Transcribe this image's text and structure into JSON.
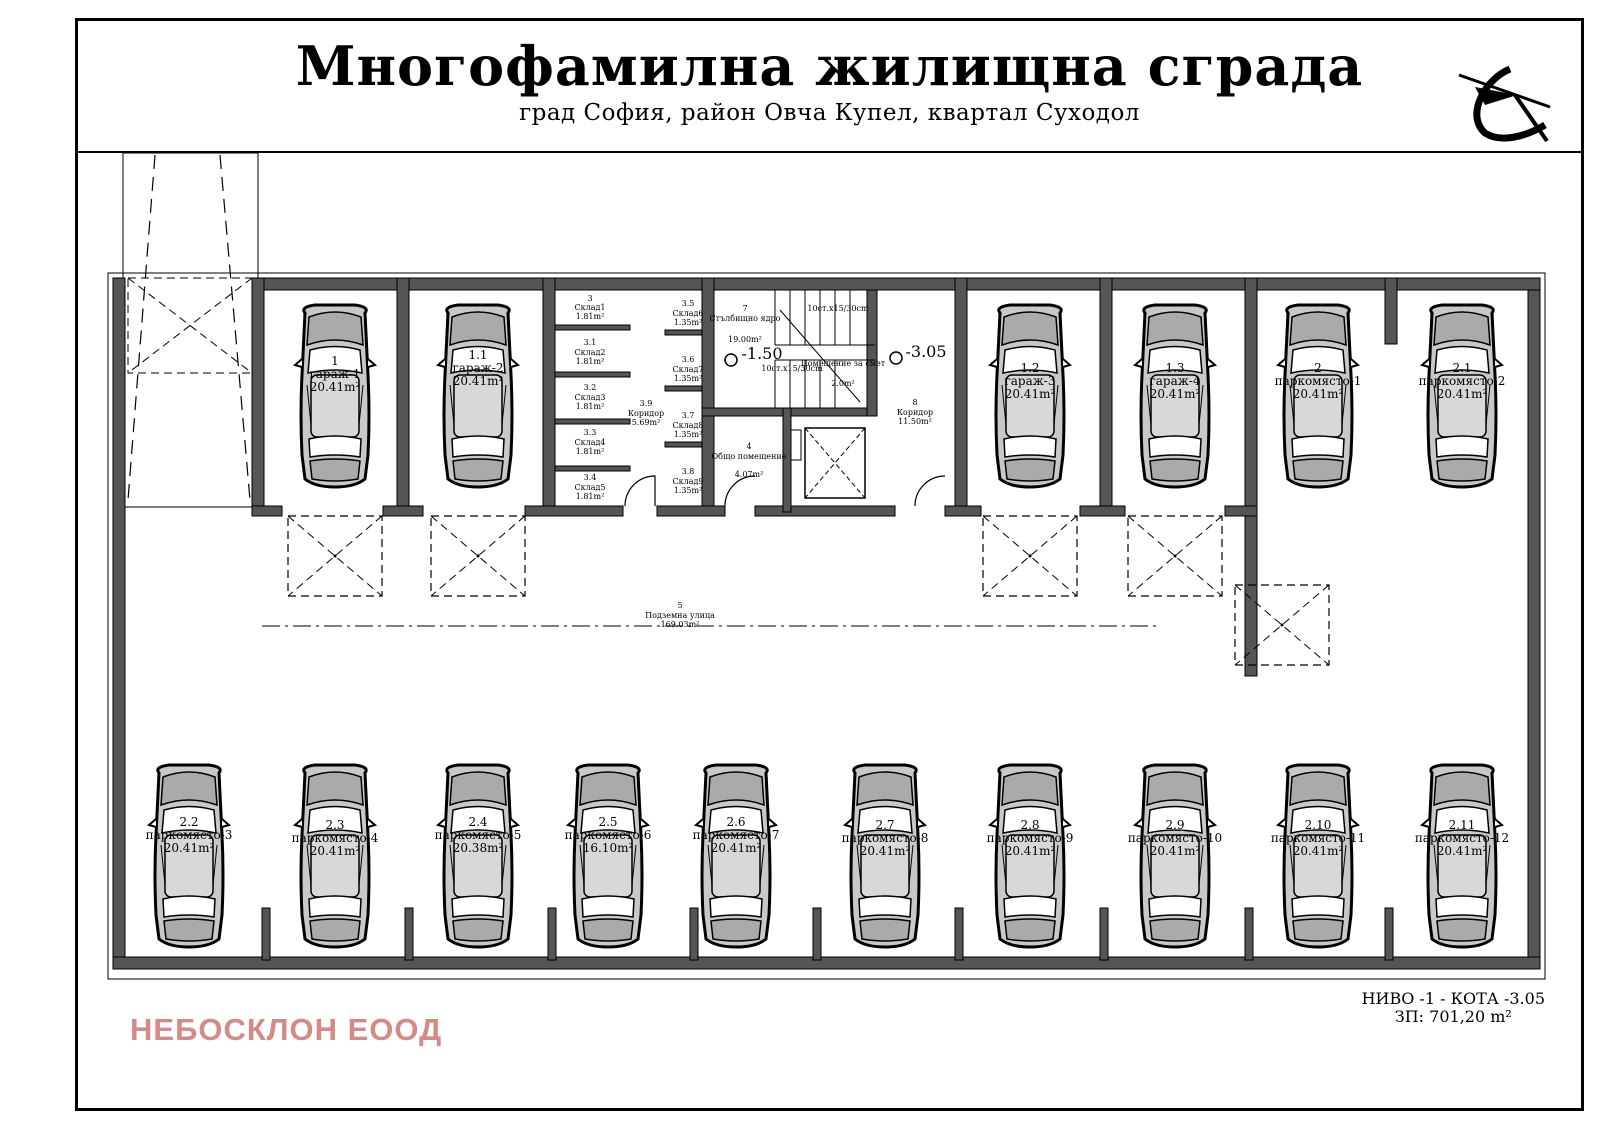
{
  "header": {
    "title": "Многофамилна жилищна сграда",
    "subtitle": "град София, район Овча Купел, квартал Суходол"
  },
  "garages": [
    {
      "num": "1",
      "name": "гараж-1",
      "area": "20.41m²"
    },
    {
      "num": "1.1",
      "name": "гараж-2",
      "area": "20.41m²"
    },
    {
      "num": "1.2",
      "name": "гараж-3",
      "area": "20.41m²"
    },
    {
      "num": "1.3",
      "name": "гараж-4",
      "area": "20.41m²"
    },
    {
      "num": "2",
      "name": "паркомясто-1",
      "area": "20.41m²"
    },
    {
      "num": "2.1",
      "name": "паркомясто-2",
      "area": "20.41m²"
    }
  ],
  "bottom_spots": [
    {
      "num": "2.2",
      "name": "паркомясто-3",
      "area": "20.41m²"
    },
    {
      "num": "2.3",
      "name": "паркомясто-4",
      "area": "20.41m²"
    },
    {
      "num": "2.4",
      "name": "паркомясто-5",
      "area": "20.38m²"
    },
    {
      "num": "2.5",
      "name": "паркомясто-6",
      "area": "16.10m²"
    },
    {
      "num": "2.6",
      "name": "паркомясто-7",
      "area": "20.41m²"
    },
    {
      "num": "2.7",
      "name": "паркомясто-8",
      "area": "20.41m²"
    },
    {
      "num": "2.8",
      "name": "паркомясто-9",
      "area": "20.41m²"
    },
    {
      "num": "2.9",
      "name": "паркомясто-10",
      "area": "20.41m²"
    },
    {
      "num": "2.10",
      "name": "паркомясто-11",
      "area": "20.41m²"
    },
    {
      "num": "2.11",
      "name": "паркомясто-12",
      "area": "20.41m²"
    }
  ],
  "storages_left": [
    {
      "num": "3",
      "name": "Склад1",
      "area": "1.81m²"
    },
    {
      "num": "3.1",
      "name": "Склад2",
      "area": "1.81m²"
    },
    {
      "num": "3.2",
      "name": "Склад3",
      "area": "1.81m²"
    },
    {
      "num": "3.3",
      "name": "Склад4",
      "area": "1.81m²"
    },
    {
      "num": "3.4",
      "name": "Склад5",
      "area": "1.81m²"
    }
  ],
  "storages_right": [
    {
      "num": "3.5",
      "name": "Склад6",
      "area": "1.35m²"
    },
    {
      "num": "3.6",
      "name": "Склад7",
      "area": "1.35m²"
    },
    {
      "num": "3.7",
      "name": "Склад8",
      "area": "1.35m²"
    },
    {
      "num": "3.8",
      "name": "Склад9",
      "area": "1.35m²"
    }
  ],
  "rooms": {
    "corridor_storage": {
      "num": "3.9",
      "name": "Коридор",
      "area": "5.69m²"
    },
    "common_room": {
      "num": "4",
      "name": "Общо помещение",
      "area": "4.07m²"
    },
    "underground_street": {
      "num": "5",
      "name": "Подземна улица",
      "area": "169.03m²"
    },
    "stair_core": {
      "num": "7",
      "name": "Стълбищно ядро",
      "area": "19.00m²"
    },
    "corridor_8": {
      "num": "8",
      "name": "Коридор",
      "area": "11.50m²"
    },
    "garbage_room": {
      "num": "",
      "name": "Помещение за смет",
      "area": "2.0m²"
    }
  },
  "stairs": {
    "upper": "10ст.х15/30cm",
    "lower": "10ст.х15/30cm",
    "level_a": "-1.50",
    "level_b": "-3.05"
  },
  "footer": {
    "level_line": "НИВО -1 - КОТА -3.05",
    "area_line": "ЗП: 701,20 m²",
    "company": "НЕБОСКЛОН ЕООД"
  },
  "icons": {
    "logo": "architect-logo-icon"
  }
}
